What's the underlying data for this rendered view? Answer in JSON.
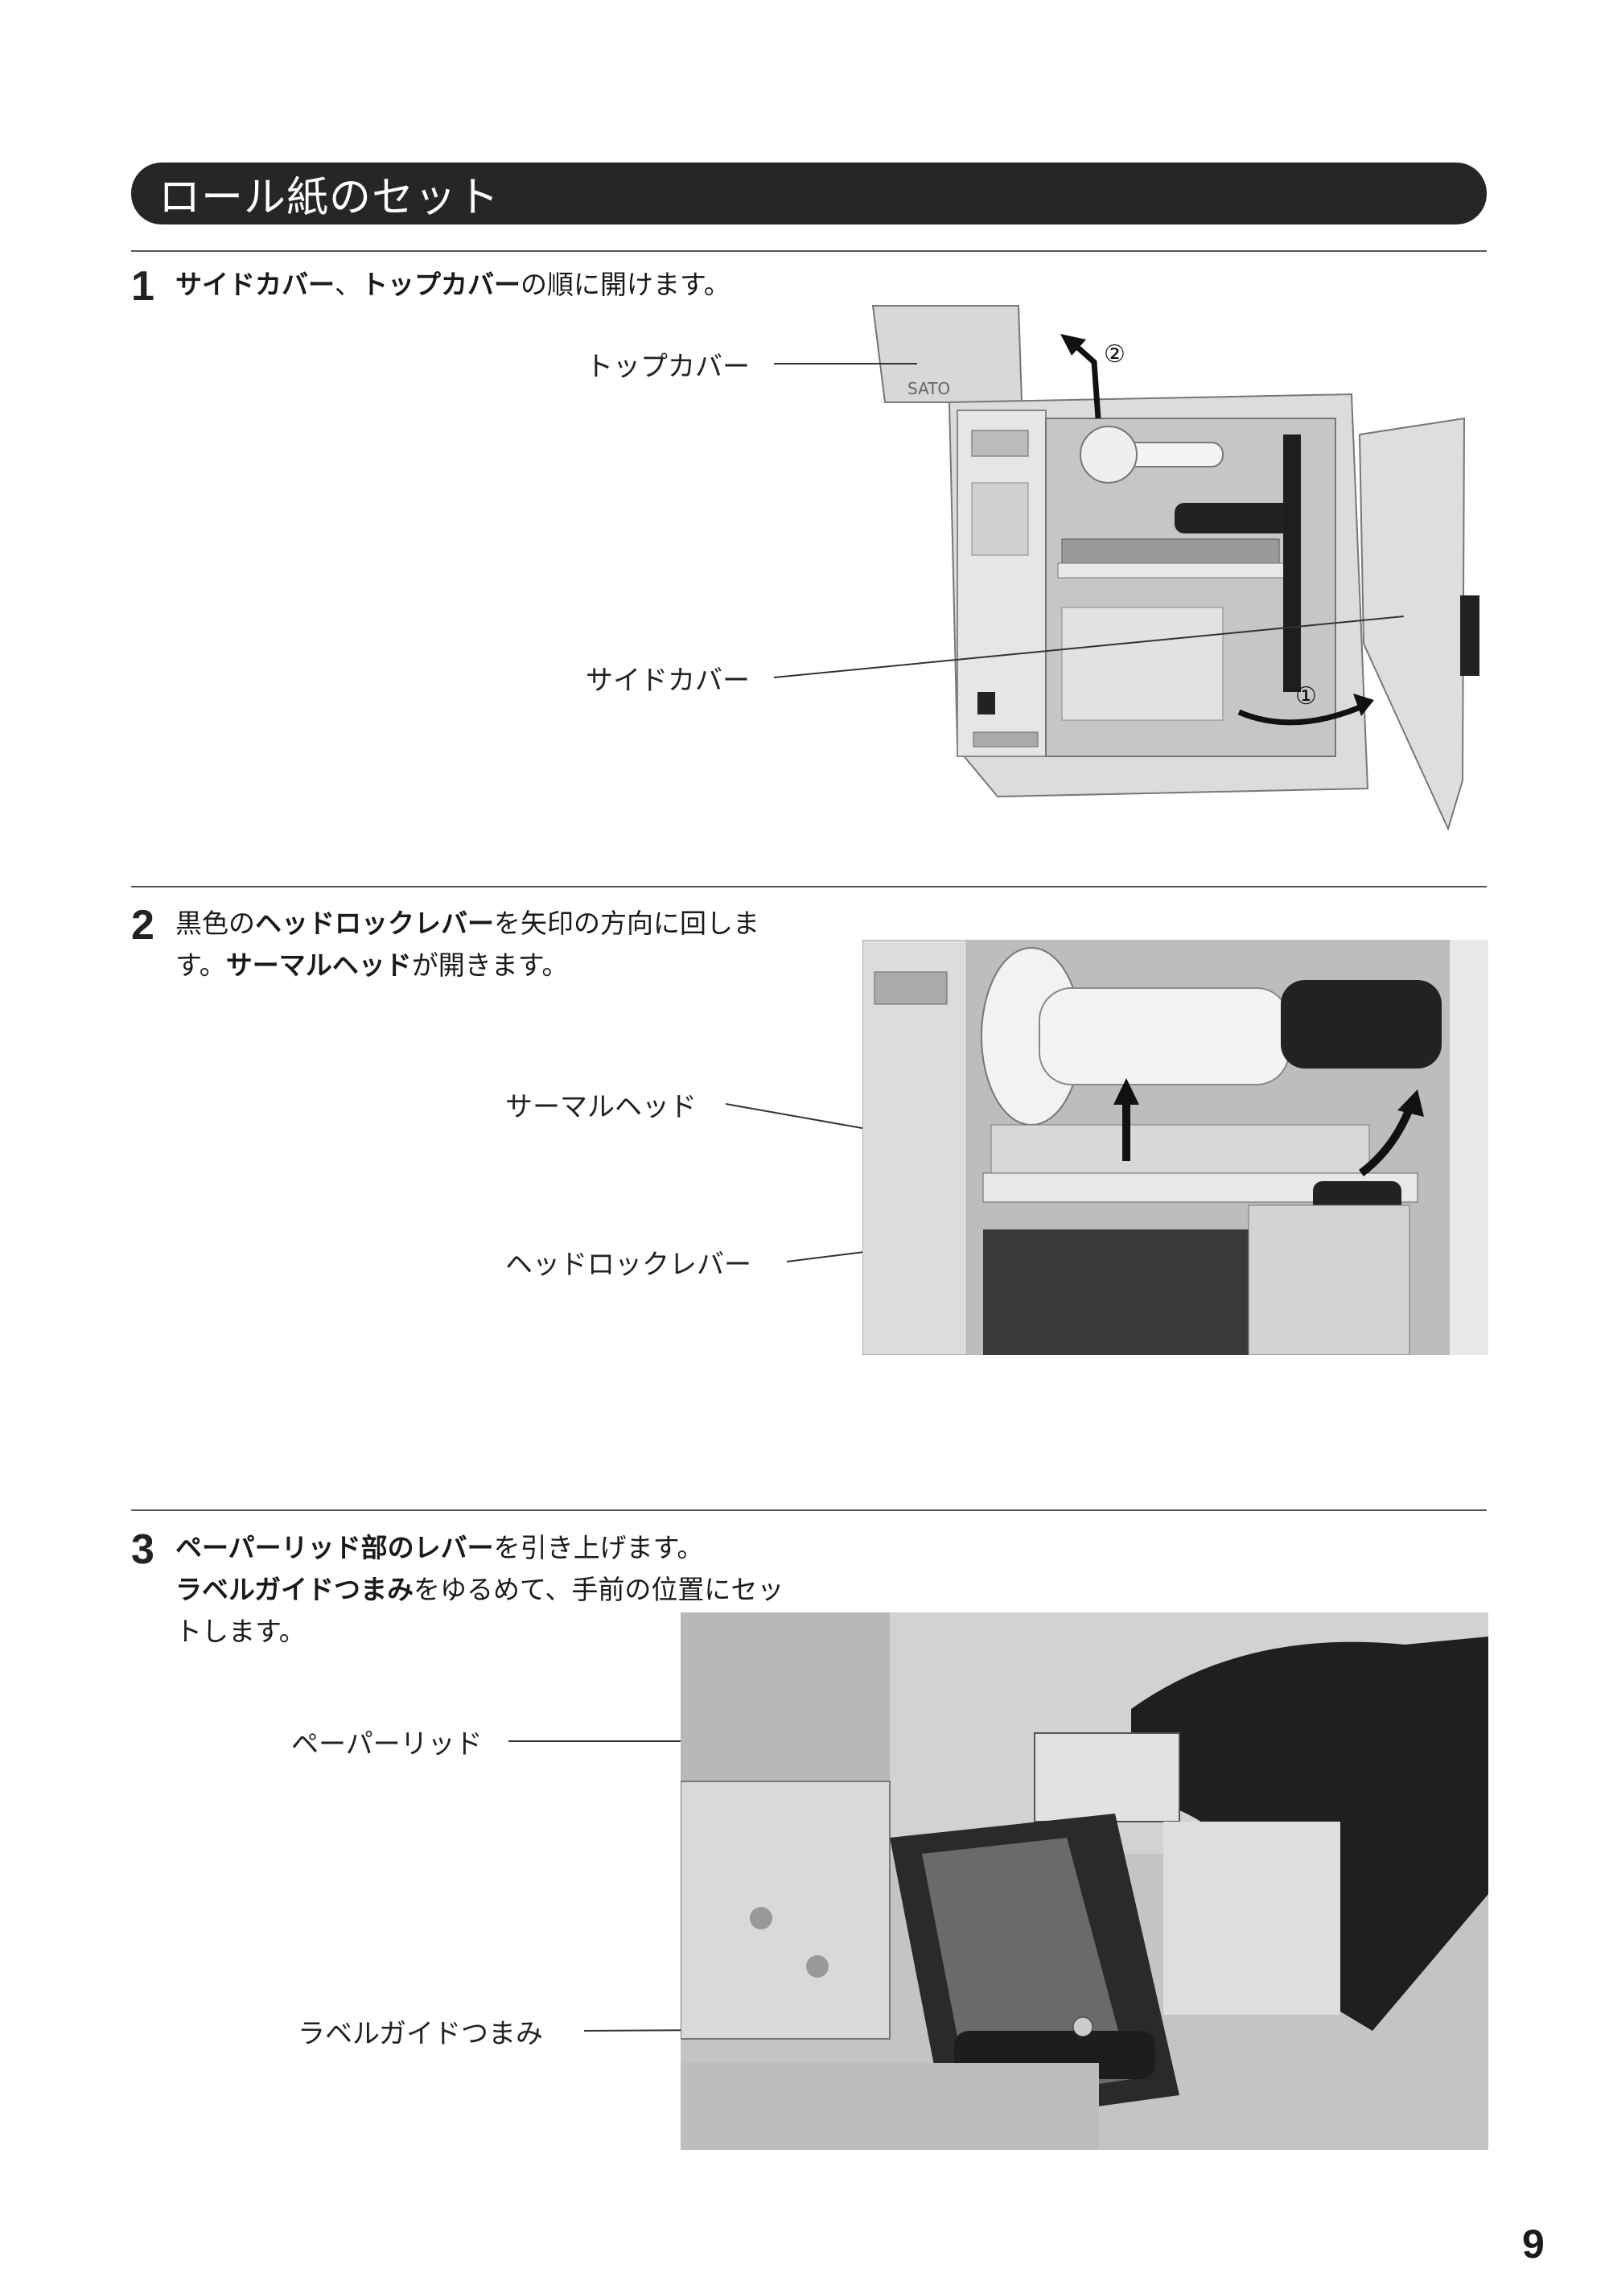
{
  "header": {
    "title": "ロール紙のセット"
  },
  "steps": [
    {
      "number": "1",
      "parts": [
        {
          "t": "サイドカバー",
          "b": true
        },
        {
          "t": "、",
          "b": false
        },
        {
          "t": "トップカバー",
          "b": true
        },
        {
          "t": "の順に開けます。",
          "b": false
        }
      ],
      "labels": {
        "top_cover": "トップカバー",
        "side_cover": "サイドカバー",
        "callout_1": "①",
        "callout_2": "②"
      },
      "photo_brand": "SATO"
    },
    {
      "number": "2",
      "line1": "黒色の",
      "line1_b1": "ヘッドロックレバー",
      "line1_rest": "を矢印の方向に回しま",
      "line2": "す。",
      "line2_b1": "サーマルヘッド",
      "line2_rest": "が開きます。",
      "labels": {
        "thermal_head": "サーマルヘッド",
        "head_lock_lever": "ヘッドロックレバー"
      }
    },
    {
      "number": "3",
      "line1_b1": "ペーパーリッド部のレバー",
      "line1_rest": "を引き上げます。",
      "line2_b1": "ラベルガイドつまみ",
      "line2_rest": "をゆるめて、手前の位置にセッ",
      "line3": "トします。",
      "labels": {
        "paper_lid": "ペーパーリッド",
        "label_guide_knob": "ラベルガイドつまみ"
      }
    }
  ],
  "footer": {
    "page_number": "9"
  }
}
